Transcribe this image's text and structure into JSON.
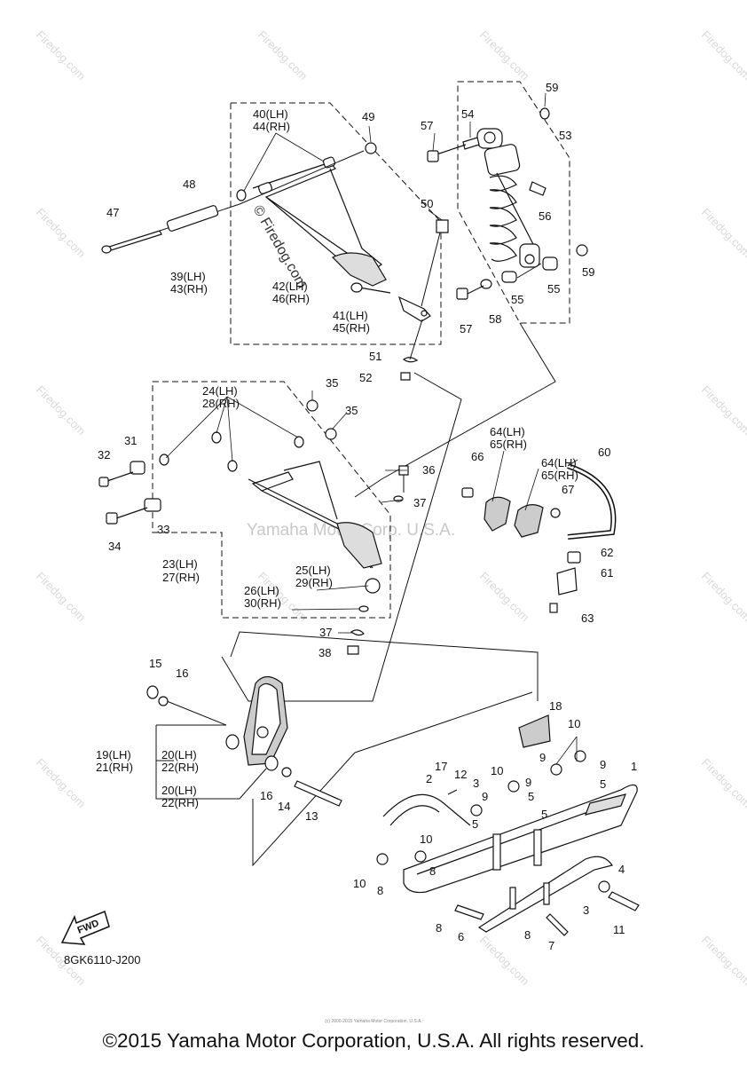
{
  "copyright": "©2015 Yamaha Motor Corporation, U.S.A. All rights reserved.",
  "fine_print": "(c) 2000-2015 Yamaha Motor Corporation, U.S.A.",
  "diagram_code": "8GK6110-J200",
  "fwd_label": "FWD",
  "watermark": "Firedog.com",
  "center_watermark": "Yamaha Motor Corp. U.S.A.",
  "diagonal_watermark": "© Firedog.com",
  "labels": {
    "l1": "1",
    "l2": "2",
    "l3a": "3",
    "l3b": "3",
    "l4": "4",
    "l5a": "5",
    "l5b": "5",
    "l5c": "5",
    "l5d": "5",
    "l6": "6",
    "l7": "7",
    "l8a": "8",
    "l8b": "8",
    "l8c": "8",
    "l8d": "8",
    "l9a": "9",
    "l9b": "9",
    "l9c": "9",
    "l9d": "9",
    "l10a": "10",
    "l10b": "10",
    "l10c": "10",
    "l10d": "10",
    "l11": "11",
    "l12": "12",
    "l13": "13",
    "l14": "14",
    "l15": "15",
    "l16a": "16",
    "l16b": "16",
    "l17": "17",
    "l18": "18",
    "l19": "19(LH)",
    "l21": "21(RH)",
    "l20a": "20(LH)",
    "l22a": "22(RH)",
    "l20b": "20(LH)",
    "l22b": "22(RH)",
    "l23": "23(LH)",
    "l27": "27(RH)",
    "l24": "24(LH)",
    "l28": "28(RH)",
    "l25": "25(LH)",
    "l29": "29(RH)",
    "l26": "26(LH)",
    "l30": "30(RH)",
    "l31": "31",
    "l32": "32",
    "l33": "33",
    "l34": "34",
    "l35a": "35",
    "l35b": "35",
    "l36": "36",
    "l37a": "37",
    "l37b": "37",
    "l38": "38",
    "l39": "39(LH)",
    "l43": "43(RH)",
    "l40": "40(LH)",
    "l44": "44(RH)",
    "l41": "41(LH)",
    "l45": "45(RH)",
    "l42": "42(LH)",
    "l46": "46(RH)",
    "l47": "47",
    "l48": "48",
    "l49": "49",
    "l50": "50",
    "l51": "51",
    "l52": "52",
    "l53": "53",
    "l54": "54",
    "l55a": "55",
    "l55b": "55",
    "l56": "56",
    "l57a": "57",
    "l57b": "57",
    "l58": "58",
    "l59a": "59",
    "l59b": "59",
    "l60": "60",
    "l61": "61",
    "l62": "62",
    "l63": "63",
    "l64a": "64(LH)",
    "l65a": "65(RH)",
    "l64b": "64(LH)",
    "l65b": "65(RH)",
    "l66": "66",
    "l67": "67"
  }
}
